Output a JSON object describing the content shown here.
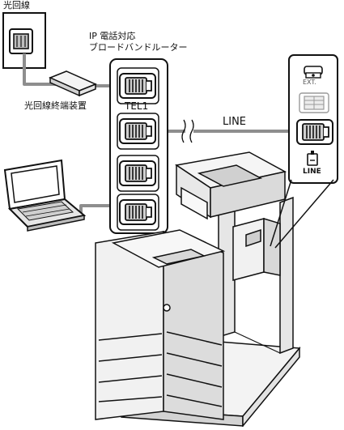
{
  "labels": {
    "optical_line": "光回線",
    "router_line1": "IP 電話対応",
    "router_line2": "ブロードバンドルーター",
    "onu": "光回線終端装置",
    "tel1": "TEL1",
    "line": "LINE",
    "ext_port": "EXT.",
    "line_port": "LINE"
  },
  "colors": {
    "outline": "#111111",
    "cable": "#8e8e8e",
    "device_fill": "#f2f2f2",
    "device_shade": "#d6d6d6",
    "background": "#ffffff"
  },
  "icons": [
    "wall-jack-icon",
    "rj11-jack-icon",
    "phone-icon",
    "laptop-icon",
    "printer-icon"
  ]
}
